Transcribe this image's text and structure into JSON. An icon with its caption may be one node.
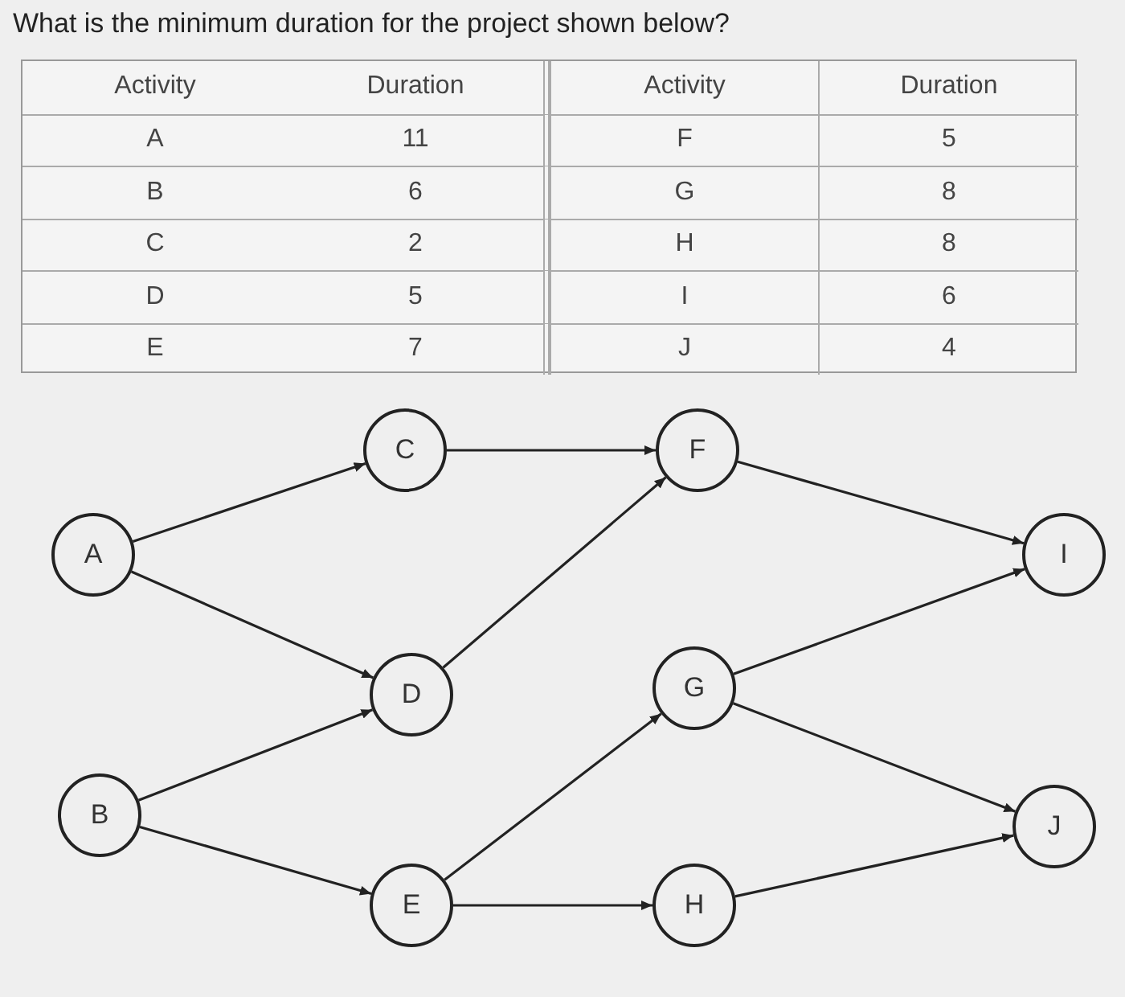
{
  "diagram": {
    "title": "What is the minimum duration for the project shown below?",
    "nodes": [
      {
        "text": [
          "A"
        ]
      },
      {
        "text": [
          "B"
        ]
      },
      {
        "text": [
          "C"
        ]
      },
      {
        "text": [
          "D"
        ]
      },
      {
        "text": [
          "E"
        ]
      },
      {
        "text": [
          "F"
        ]
      },
      {
        "text": [
          "G"
        ]
      },
      {
        "text": [
          "H"
        ]
      },
      {
        "text": [
          "I"
        ]
      },
      {
        "text": [
          "J"
        ]
      }
    ],
    "edges": [
      {
        "from": 0,
        "to": 2,
        "arrow": "to"
      },
      {
        "from": 0,
        "to": 3,
        "arrow": "to"
      },
      {
        "from": 1,
        "to": 3,
        "arrow": "to"
      },
      {
        "from": 1,
        "to": 4,
        "arrow": "to"
      },
      {
        "from": 2,
        "to": 5,
        "arrow": "to"
      },
      {
        "from": 3,
        "to": 5,
        "arrow": "to"
      },
      {
        "from": 4,
        "to": 6,
        "arrow": "to"
      },
      {
        "from": 4,
        "to": 7,
        "arrow": "to"
      },
      {
        "from": 5,
        "to": 8,
        "arrow": "to"
      },
      {
        "from": 6,
        "to": 8,
        "arrow": "to"
      },
      {
        "from": 6,
        "to": 9,
        "arrow": "to"
      },
      {
        "from": 7,
        "to": 9,
        "arrow": "to"
      }
    ],
    "labels": [
      "Activity",
      "Duration",
      "Activity",
      "Duration",
      "A",
      "11",
      "F",
      "5",
      "B",
      "6",
      "G",
      "8",
      "C",
      "2",
      "H",
      "8",
      "D",
      "5",
      "I",
      "6",
      "E",
      "7",
      "J",
      "4"
    ]
  }
}
